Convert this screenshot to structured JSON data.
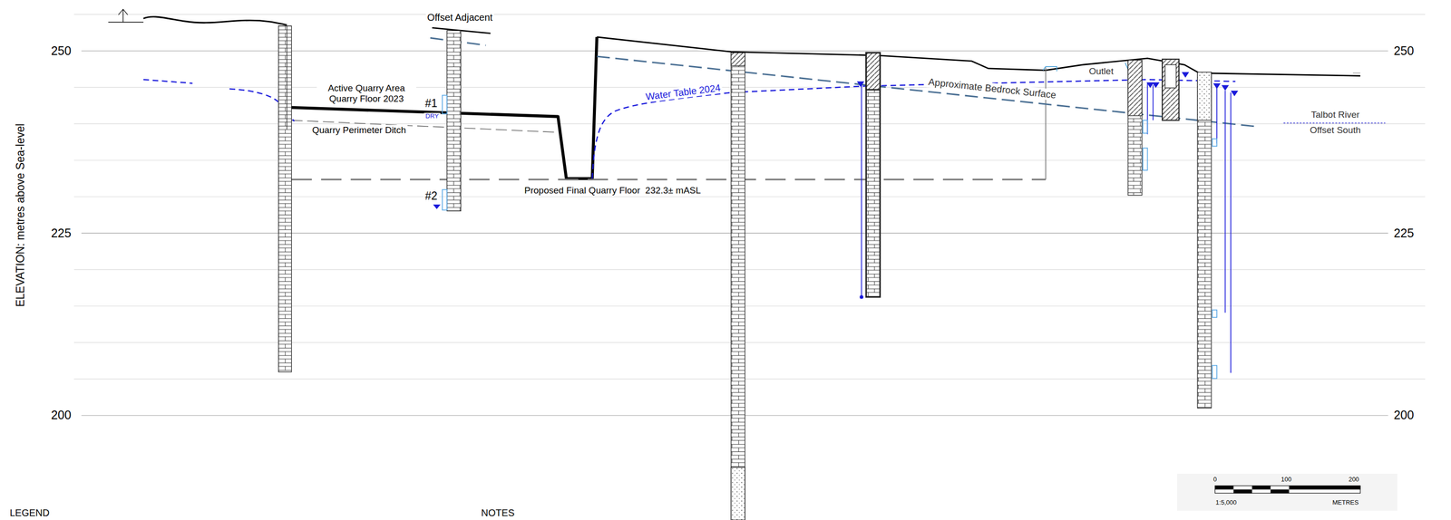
{
  "diagram": {
    "labels": [
      "250",
      "225",
      "200",
      "250",
      "225",
      "200",
      "ELEVATION: metres above Sea-level",
      "Offset Adjacent",
      "Active Quarry Area Quarry Floor 2023",
      "Quarry Perimeter Ditch",
      "#1",
      "DRY",
      "#2",
      "Proposed Final Quarry Floor  232.3± mASL",
      "Water Table 2024",
      "Approximate Bedrock Surface",
      "Outlet",
      "Talbot River",
      "Offset South",
      "0",
      "100",
      "200",
      "1:5,000",
      "METRES",
      "LEGEND",
      "NOTES"
    ]
  }
}
